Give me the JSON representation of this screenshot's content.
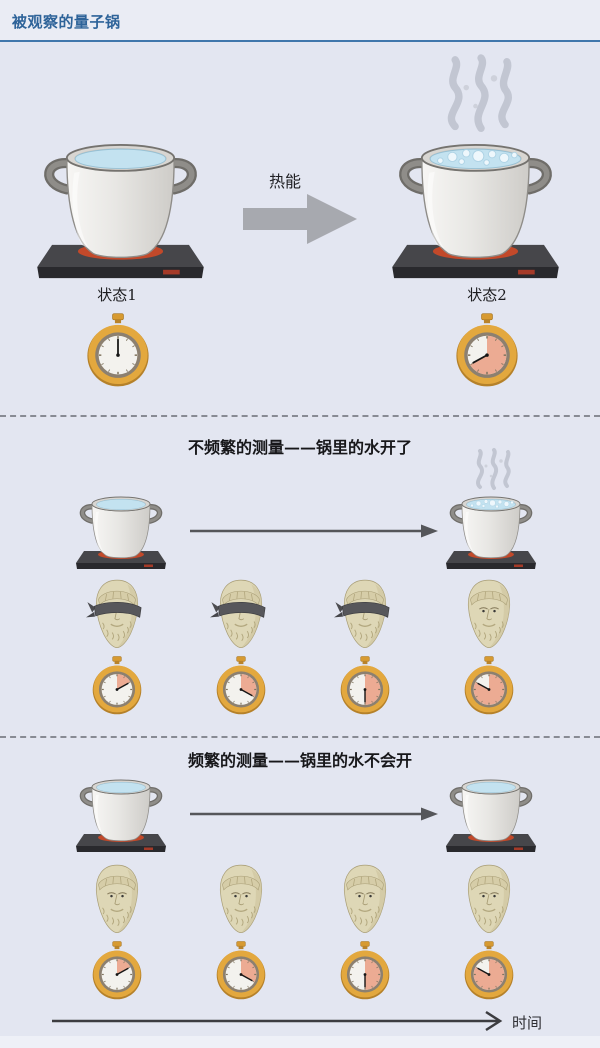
{
  "header": {
    "title": "被观察的量子锅"
  },
  "section_states": {
    "heat_arrow_label": "热能",
    "state1_label": "状态1",
    "state2_label": "状态2",
    "left_pot": "calm",
    "right_pot": "boiling",
    "left_watch_fraction": 0,
    "right_watch_fraction": 0.67
  },
  "section_infrequent": {
    "title": "不频繁的测量——锅里的水开了",
    "left_pot": "calm",
    "right_pot": "boiling",
    "observers": [
      {
        "blindfolded": true,
        "watch_fraction": 0.17
      },
      {
        "blindfolded": true,
        "watch_fraction": 0.33
      },
      {
        "blindfolded": true,
        "watch_fraction": 0.5
      },
      {
        "blindfolded": false,
        "watch_fraction": 0.83
      }
    ]
  },
  "section_frequent": {
    "title": "频繁的测量——锅里的水不会开",
    "left_pot": "calm",
    "right_pot": "calm",
    "observers": [
      {
        "blindfolded": false,
        "watch_fraction": 0.17
      },
      {
        "blindfolded": false,
        "watch_fraction": 0.33
      },
      {
        "blindfolded": false,
        "watch_fraction": 0.5
      },
      {
        "blindfolded": false,
        "watch_fraction": 0.83
      }
    ]
  },
  "timeline": {
    "label": "时间"
  },
  "icons": {
    "pot_calm": "pot-on-stove",
    "pot_boiling": "boiling-pot-on-stove-with-steam",
    "stopwatch": "stopwatch",
    "observer": "philosopher-bust",
    "observer_blindfolded": "blindfolded-philosopher-bust",
    "heat_arrow": "thick-right-arrow",
    "transition_arrow": "thin-right-arrow",
    "time_axis": "time-axis-arrow"
  },
  "colors": {
    "title_blue": "#2e6399",
    "header_rule": "#4077ac",
    "background": "#e3e6f1",
    "stopwatch_gold": "#e3a83e",
    "stopwatch_elapsed_fill": "#ecab93",
    "water_blue": "#c3e2f0",
    "stove_dark": "#46464a",
    "heat_glow": "#c2492a",
    "steam_gray": "#b8bcc8",
    "bust_stone": "#ded7b6",
    "blindfold_gray": "#57575b",
    "heat_arrow_gray": "#a7a9af"
  }
}
